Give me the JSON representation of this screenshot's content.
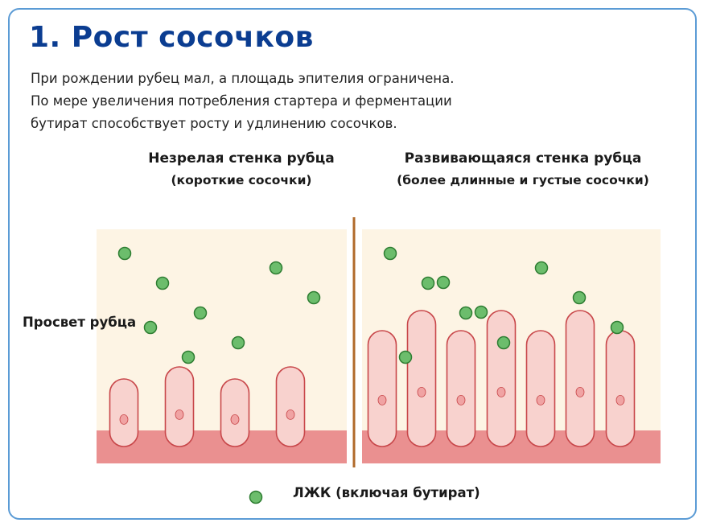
{
  "title": "1. Рост сосочков",
  "intro": [
    "При рождении рубец мал, а площадь эпителия ограничена.",
    "По мере увеличения потребления стартера и ферментации",
    "бутират способствует росту и удлинению сосочков."
  ],
  "left_panel": {
    "heading": "Незрелая стенка рубца",
    "subheading": "(короткие сосочки)"
  },
  "right_panel": {
    "heading": "Развивающаяся стенка рубца",
    "subheading": "(более длинные и густые сосочки)"
  },
  "lumen_label": "Просвет рубца",
  "legend": {
    "label": "ЛЖК (включая бутират)"
  },
  "colors": {
    "frame": "#5b9bd5",
    "title": "#0b3d91",
    "lumen": "#fdf4e4",
    "wall": "#ea9090",
    "papilla_fill": "#f8d2ce",
    "papilla_stroke": "#c8474a",
    "vfa_fill": "#6cbd6c",
    "vfa_stroke": "#2e7d32",
    "divider": "#b06a2a"
  }
}
